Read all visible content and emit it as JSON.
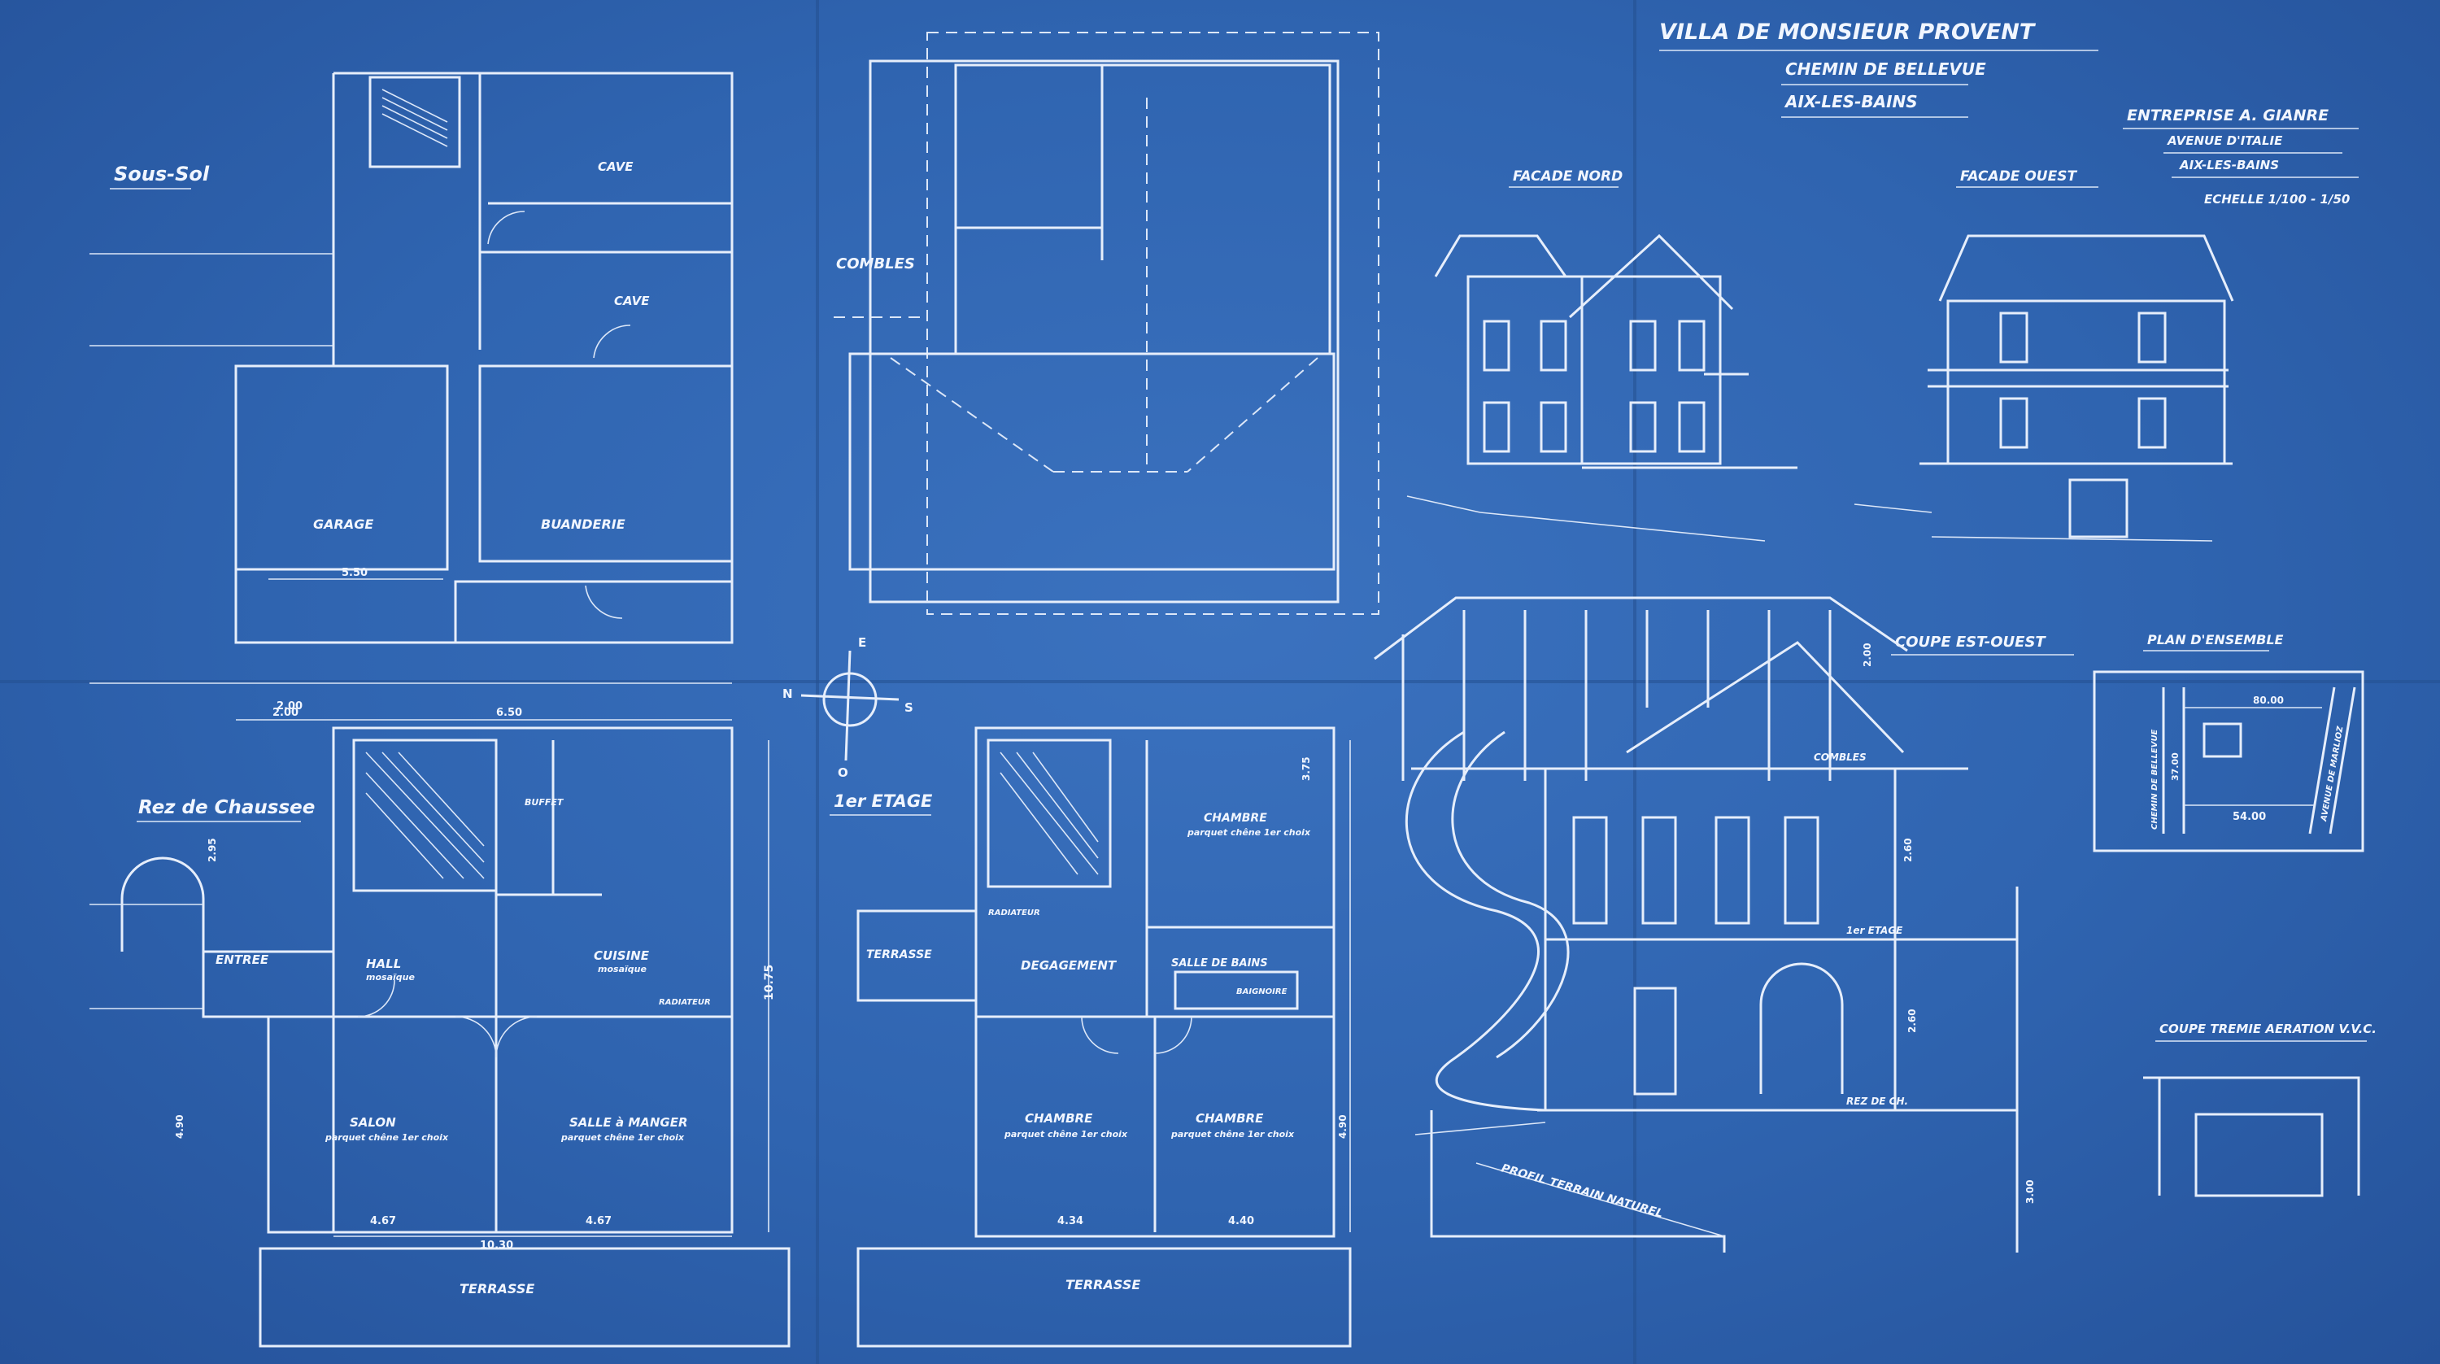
{
  "title_block": {
    "title": "VILLA DE MONSIEUR PROVENT",
    "street": "CHEMIN DE BELLEVUE",
    "town": "AIX-LES-BAINS",
    "contractor": "ENTREPRISE A. GIANRE",
    "contractor_street": "AVENUE D'ITALIE",
    "contractor_town": "AIX-LES-BAINS",
    "scale": "ECHELLE 1/100 - 1/50"
  },
  "plans": {
    "sous_sol": {
      "heading": "Sous-Sol",
      "rooms": [
        "CAVE",
        "CAVE",
        "GARAGE",
        "BUANDERIE"
      ],
      "dims": [
        "5.50",
        "2.00"
      ]
    },
    "rez": {
      "heading": "Rez de Chaussee",
      "rooms": [
        "ENTREE",
        "HALL",
        "CUISINE",
        "SALON",
        "SALLE à MANGER",
        "TERRASSE",
        "BUFFET"
      ],
      "notes": [
        "mosaïque",
        "mosaïque",
        "parquet chêne 1er choix",
        "parquet chêne 1er choix",
        "RADIATEUR"
      ],
      "dims": [
        "6.50",
        "2.00",
        "10.75",
        "4.67",
        "4.67",
        "10.30",
        "2.95",
        "4.90"
      ]
    },
    "combles": {
      "heading": "COMBLES"
    },
    "etage": {
      "heading": "1er ETAGE",
      "rooms": [
        "TERRASSE",
        "DEGAGEMENT",
        "CHAMBRE",
        "SALLE DE BAINS",
        "CHAMBRE",
        "CHAMBRE",
        "TERRASSE"
      ],
      "notes": [
        "parquet chêne 1er choix",
        "parquet chêne 1er choix",
        "parquet chêne 1er choix",
        "RADIATEUR",
        "BAIGNOIRE"
      ],
      "dims": [
        "4.34",
        "4.40",
        "3.75",
        "4.90"
      ]
    }
  },
  "elevations": {
    "north": "FACADE NORD",
    "west": "FACADE OUEST"
  },
  "section": {
    "heading": "COUPE EST-OUEST",
    "labels": [
      "COMBLES",
      "1er ETAGE",
      "REZ DE CH.",
      "PROFIL TERRAIN NATUREL"
    ],
    "dims": [
      "2.00",
      "2.60",
      "2.60",
      "3.00"
    ]
  },
  "site_plan": {
    "heading": "PLAN D'ENSEMBLE",
    "labels": [
      "CHEMIN DE BELLEVUE",
      "AVENUE DE MARLIOZ",
      "54.00",
      "80.00",
      "37.00"
    ]
  },
  "vent_section": {
    "heading": "COUPE TREMIE AERATION V.V.C."
  },
  "compass": {
    "north": "N",
    "south": "S",
    "east": "E",
    "west": "O"
  }
}
